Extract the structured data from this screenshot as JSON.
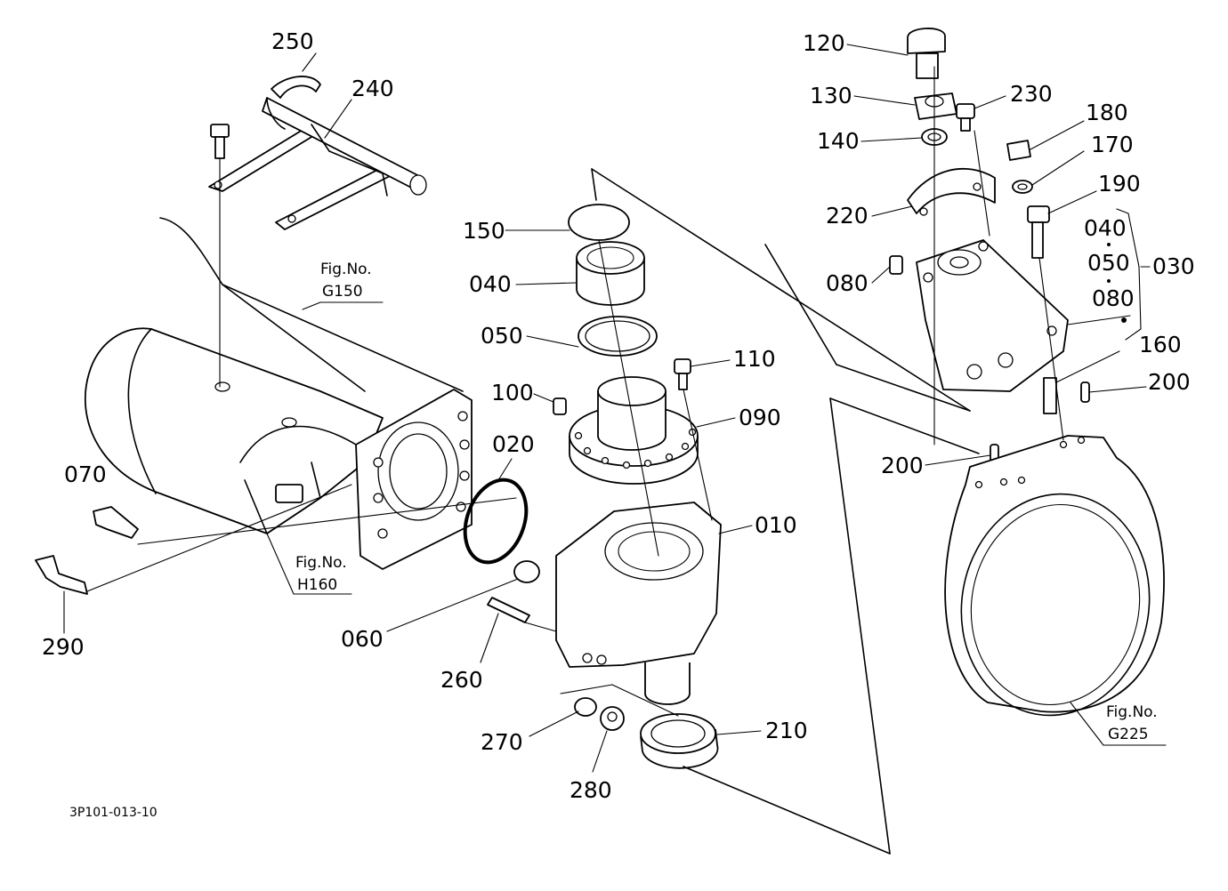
{
  "parts": {
    "p250": "250",
    "p240": "240",
    "p150": "150",
    "p040": "040",
    "p050": "050",
    "p100": "100",
    "p110": "110",
    "p090": "090",
    "p020": "020",
    "p010": "010",
    "p070": "070",
    "p290": "290",
    "p060": "060",
    "p260": "260",
    "p270": "270",
    "p280": "280",
    "p210": "210",
    "p120": "120",
    "p130": "130",
    "p230": "230",
    "p140": "140",
    "p180": "180",
    "p170": "170",
    "p220": "220",
    "p190": "190",
    "p080": "080",
    "p040b": "040",
    "p050b": "050",
    "p080b": "080",
    "p030": "030",
    "p160": "160",
    "p200a": "200",
    "p200b": "200"
  },
  "refs": {
    "g150_title": "Fig.No.",
    "g150_no": "G150",
    "h160_title": "Fig.No.",
    "h160_no": "H160",
    "g225_title": "Fig.No.",
    "g225_no": "G225"
  },
  "drawing_code": "3P101-013-10"
}
